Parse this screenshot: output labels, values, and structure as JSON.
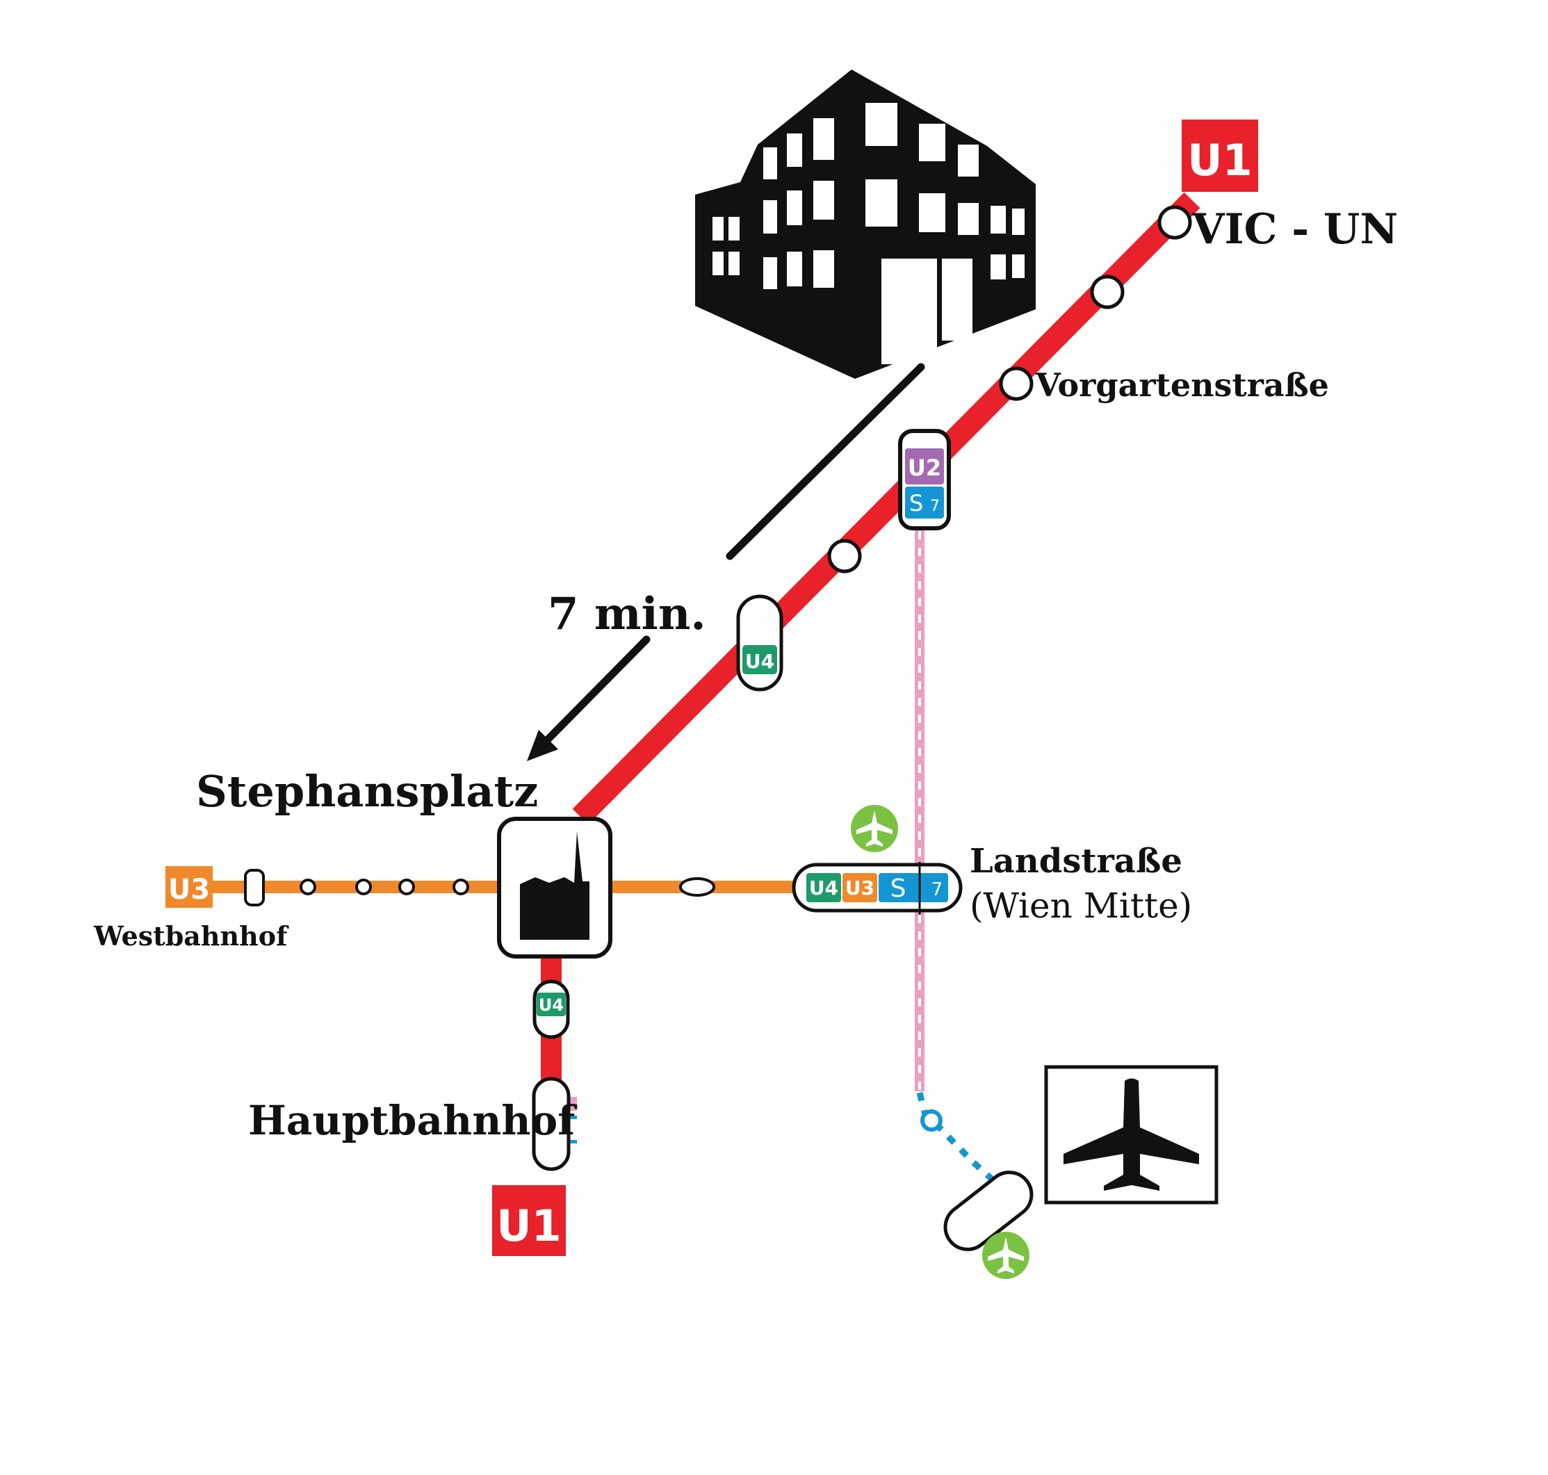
{
  "lines": {
    "u1": {
      "label": "U1",
      "color": "#e8212a"
    },
    "u2": {
      "label": "U2",
      "color": "#a36ab3"
    },
    "u3": {
      "label": "U3",
      "color": "#f0892c"
    },
    "u4": {
      "label": "U4",
      "color": "#1f9a6b"
    },
    "s7": {
      "label": "7",
      "color": "#1596d3"
    },
    "cat": {
      "color": "#e9a0c2"
    }
  },
  "stations": {
    "vic_un": "VIC - UN",
    "vorgartenstrasse": "Vorgartenstraße",
    "stephansplatz": "Stephansplatz",
    "westbahnhof": "Westbahnhof",
    "landstrasse": "Landstraße",
    "wien_mitte": "(Wien Mitte)",
    "hauptbahnhof": "Hauptbahnhof"
  },
  "walk_time": "7 min.",
  "icons": {
    "office": "office-building-icon",
    "cathedral": "cathedral-icon",
    "airport": "airplane-icon",
    "airport_small": "airport-badge-icon",
    "s_bahn": "s-bahn-icon"
  },
  "airport_badge_color": "#7cc242"
}
